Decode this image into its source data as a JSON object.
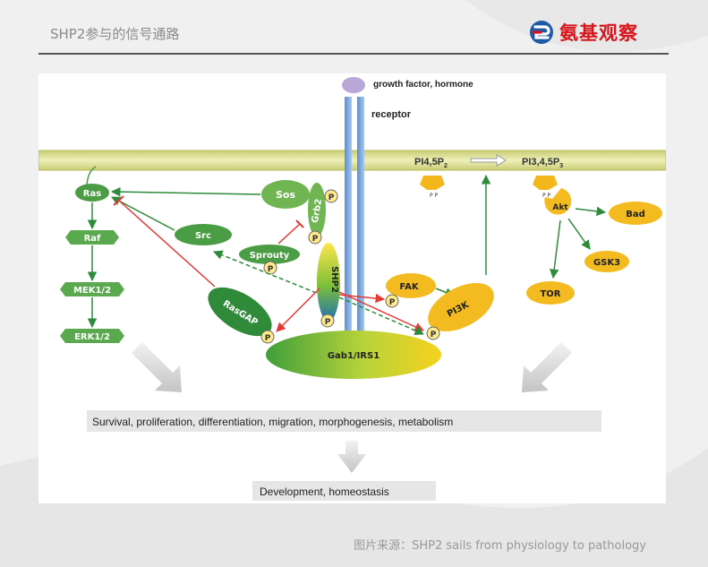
{
  "header": {
    "title": "SHP2参与的信号通路",
    "brand_name": "氨基观察"
  },
  "diagram": {
    "ligand": "growth factor, hormone",
    "receptor": "receptor",
    "pip2": {
      "main": "PI4,5P",
      "sub": "2"
    },
    "pip3": {
      "main": "PI3,4,5P",
      "sub": "3"
    },
    "nodes": {
      "ras": "Ras",
      "raf": "Raf",
      "mek": "MEK1/2",
      "erk": "ERK1/2",
      "sos": "Sos",
      "grb2": "Grb2",
      "src": "Src",
      "sprouty": "Sprouty",
      "shp2": "SHP2",
      "rasgap": "RasGAP",
      "gab1": "Gab1/IRS1",
      "fak": "FAK",
      "pi3k": "PI3K",
      "akt": "Akt",
      "bad": "Bad",
      "gsk3": "GSK3",
      "tor": "TOR"
    },
    "phospho": "P",
    "pip_mark": "P P",
    "outcome_1": "Survival, proliferation, differentiation,  migration, morphogenesis, metabolism",
    "outcome_2": "Development, homeostasis"
  },
  "footer": {
    "caption": "图片来源：SHP2 sails from physiology to pathology"
  },
  "colors": {
    "green_dark": "#2e7d32",
    "green_mid": "#4caf50",
    "green_light": "#8bc34a",
    "yellow": "#fbc02d",
    "red": "#e53935",
    "membrane": "#d9dc8e",
    "purple": "#b39ddb",
    "brand_red": "#d6161c",
    "brand_blue": "#1e5aa8"
  },
  "icons": [
    "brand-logo-icon",
    "phospho-icon",
    "downward-arrow-icon"
  ]
}
